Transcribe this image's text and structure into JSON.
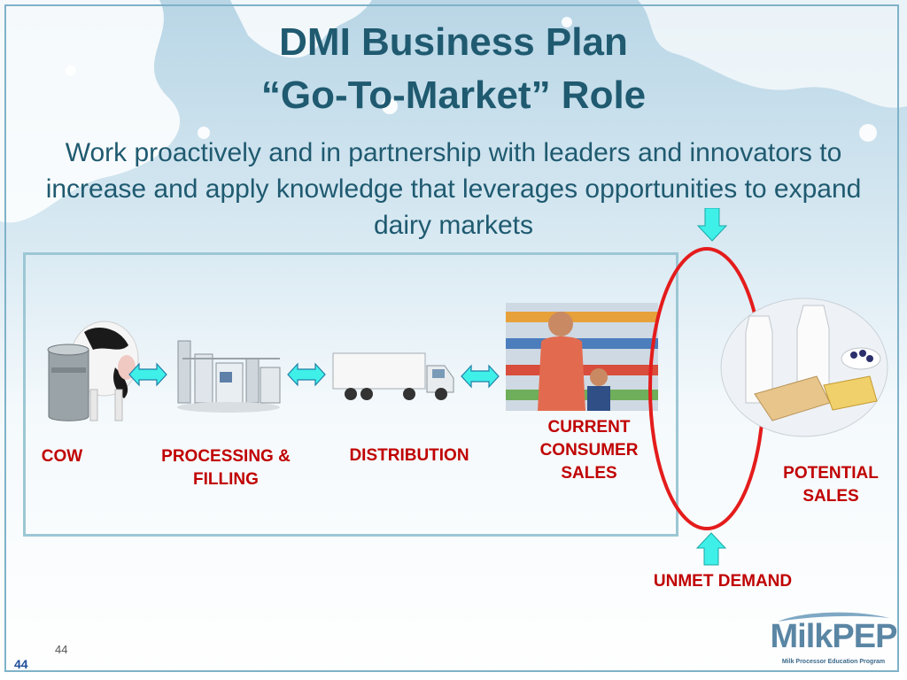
{
  "slide": {
    "title_line1": "DMI Business Plan",
    "title_line2": "“Go-To-Market” Role",
    "subtitle": "Work proactively and in partnership with leaders and innovators to increase and apply knowledge that leverages opportunities to expand dairy markets",
    "page_number": "44",
    "corner_page_number": "44"
  },
  "stages": {
    "cow": "COW",
    "processing_line1": "PROCESSING &",
    "processing_line2": "FILLING",
    "distribution": "DISTRIBUTION",
    "current_line1": "CURRENT",
    "current_line2": "CONSUMER",
    "current_line3": "SALES",
    "potential_line1": "POTENTIAL",
    "potential_line2": "SALES",
    "unmet_demand": "UNMET DEMAND"
  },
  "logo": {
    "word": "MilkPEP",
    "tagline": "Milk Processor Education Program"
  },
  "colors": {
    "title": "#1f5a70",
    "label": "#c00000",
    "arrow": "#3ff0e8",
    "circle": "#e41c1c",
    "box_border": "#9cc7d4"
  }
}
